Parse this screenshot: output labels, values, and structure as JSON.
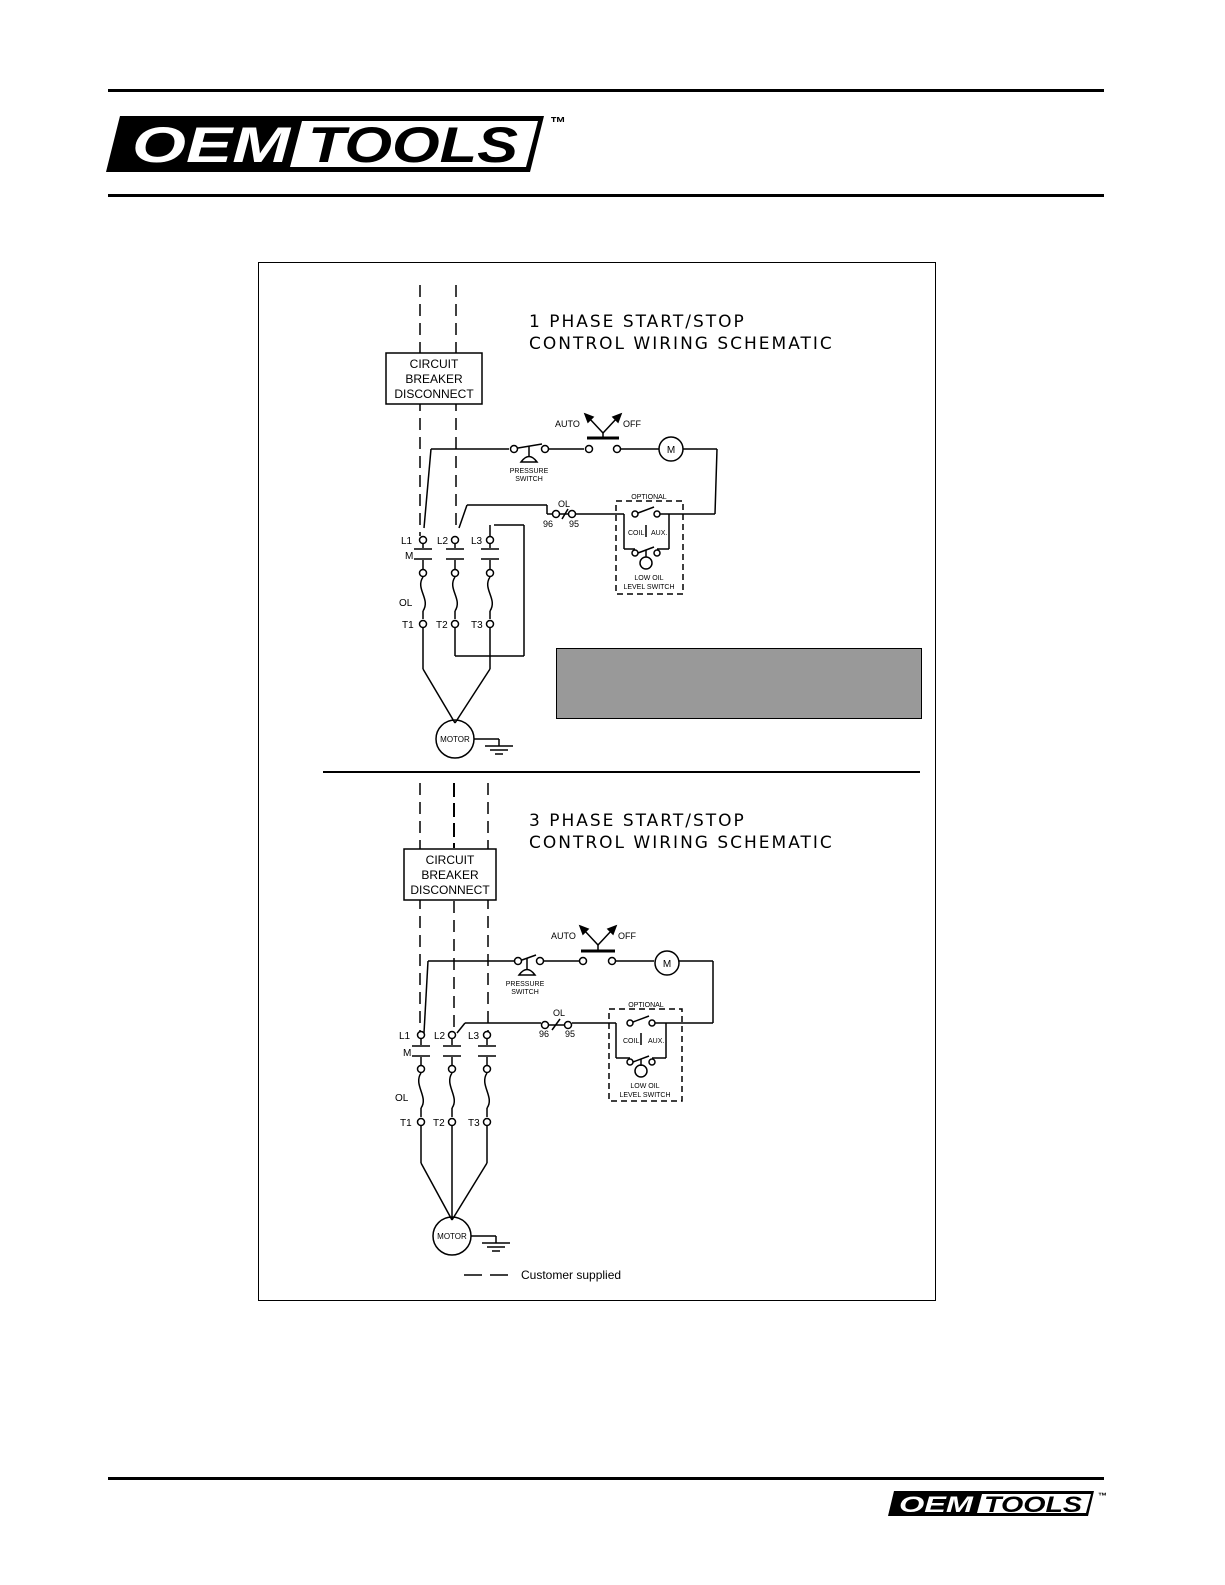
{
  "header": {
    "logo_left": "OEM",
    "logo_right": "TOOLS",
    "trademark": "™"
  },
  "schematic_1phase": {
    "title_line1": "1  PHASE  START/STOP",
    "title_line2": "CONTROL  WIRING  SCHEMATIC",
    "breaker": [
      "CIRCUIT",
      "BREAKER",
      "DISCONNECT"
    ],
    "auto": "AUTO",
    "off": "OFF",
    "motor_symbol": "M",
    "pressure_switch": [
      "PRESSURE",
      "SWITCH"
    ],
    "ol": "OL",
    "ol_96": "96",
    "ol_95": "95",
    "optional": "OPTIONAL",
    "coil": "COIL",
    "aux": "AUX.",
    "low_oil": [
      "LOW  OIL",
      "LEVEL  SWITCH"
    ],
    "terminals": [
      "L1",
      "L2",
      "L3",
      "M",
      "OL",
      "T1",
      "T2",
      "T3"
    ],
    "motor": "MOTOR"
  },
  "schematic_3phase": {
    "title_line1": "3  PHASE  START/STOP",
    "title_line2": "CONTROL  WIRING  SCHEMATIC",
    "breaker": [
      "CIRCUIT",
      "BREAKER",
      "DISCONNECT"
    ],
    "auto": "AUTO",
    "off": "OFF",
    "motor_symbol": "M",
    "pressure_switch": [
      "PRESSURE",
      "SWITCH"
    ],
    "ol": "OL",
    "ol_96": "96",
    "ol_95": "95",
    "optional": "OPTIONAL",
    "coil": "COIL",
    "aux": "AUX.",
    "low_oil": [
      "LOW  OIL",
      "LEVEL  SWITCH"
    ],
    "terminals": [
      "L1",
      "L2",
      "L3",
      "M",
      "OL",
      "T1",
      "T2",
      "T3"
    ],
    "motor": "MOTOR"
  },
  "legend": {
    "customer_supplied": "Customer  supplied"
  },
  "footer": {
    "logo_left": "OEM",
    "logo_right": "TOOLS",
    "trademark": "™"
  }
}
